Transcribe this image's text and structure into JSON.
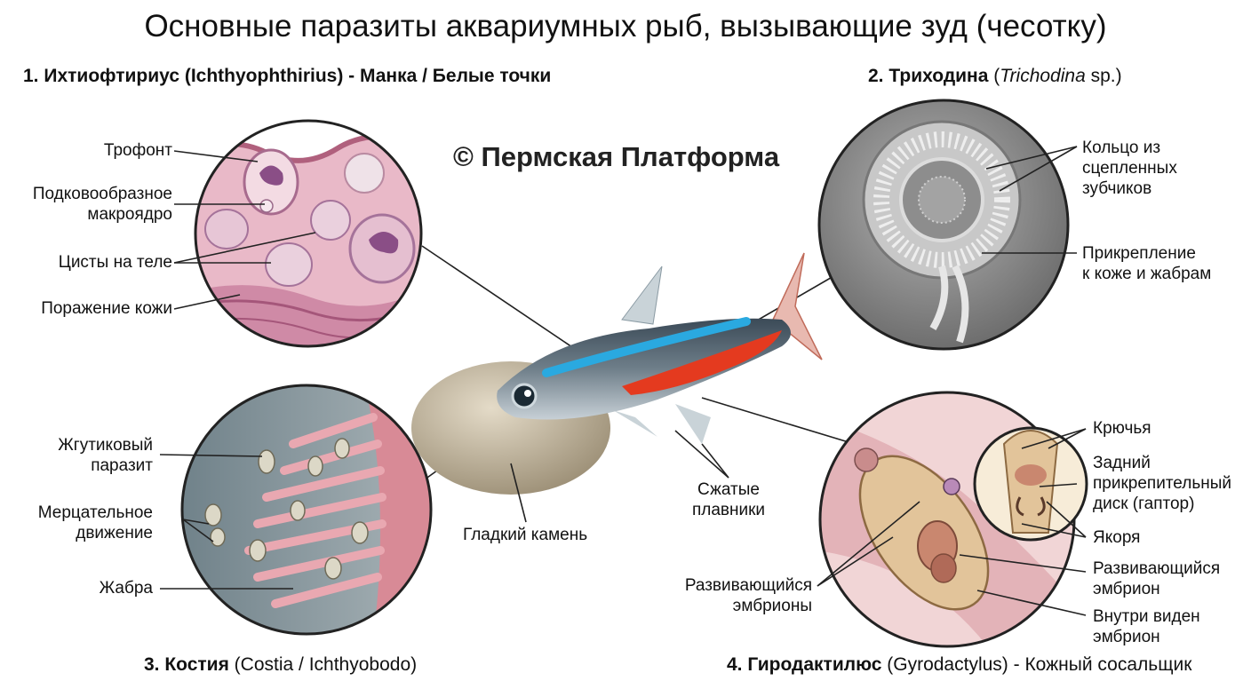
{
  "title": "Основные паразиты аквариумных рыб, вызывающие зуд (чесотку)",
  "watermark": "© Пермская Платформа",
  "sections": {
    "s1": {
      "title": "1. Ихтиофтириус (Ichthyophthirius) - Манка / Белые точки"
    },
    "s2": {
      "bold": "2. Триходина",
      "open": " (",
      "italic": "Trichodina",
      "rest": " sp.)"
    },
    "s3": {
      "bold": "3. Костия",
      "rest": " (Costia / Ichthyobodo)"
    },
    "s4": {
      "bold": "4. Гиродактилюс",
      "rest": " (Gyrodactylus) - Кожный сосальщик"
    }
  },
  "labels": {
    "trophont": "Трофонт",
    "macronucleus_1": "Подковообразное",
    "macronucleus_2": "макроядро",
    "cysts": "Цисты на теле",
    "skin_lesion": "Поражение кожи",
    "ring_1": "Кольцо из",
    "ring_2": "сцепленных",
    "ring_3": "зубчиков",
    "attach_1": "Прикрепление",
    "attach_2": "к коже и жабрам",
    "flagellate_1": "Жгутиковый",
    "flagellate_2": "паразит",
    "flicker_1": "Мерцательное",
    "flicker_2": "движение",
    "gill": "Жабра",
    "stone": "Гладкий камень",
    "fins_1": "Сжатые",
    "fins_2": "плавники",
    "hooks": "Крючья",
    "haptor_1": "Задний",
    "haptor_2": "прикрепительный",
    "haptor_3": "диск (гаптор)",
    "anchors": "Якоря",
    "embryos_1": "Развивающийся",
    "embryos_2": "эмбрионы",
    "embryo_1": "Развивающийся",
    "embryo_2": "эмбрион",
    "inside_1": "Внутри виден",
    "inside_2": "эмбрион"
  },
  "colors": {
    "tissue_pink": "#e8b3c4",
    "cell_purple": "#8a4e86",
    "sem_gray": "#9a9a9a",
    "gill_bg": "#7f8f98",
    "gill_pink": "#d88a96",
    "fish_blue": "#2aa9e0",
    "fish_red": "#e43a1f",
    "stone": "#c9bca2",
    "worm": "#e2c49a"
  }
}
